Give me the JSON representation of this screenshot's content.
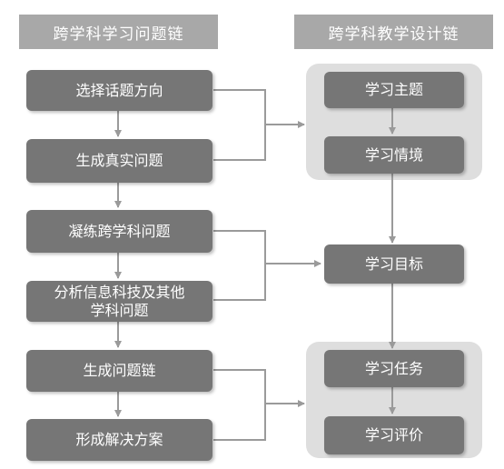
{
  "headers": {
    "left": "跨学科学习问题链",
    "right": "跨学科教学设计链"
  },
  "left_chain": [
    "选择话题方向",
    "生成真实问题",
    "凝练跨学科问题",
    "分析信息科技及其他\n学科问题",
    "生成问题链",
    "形成解决方案"
  ],
  "right_chain": {
    "topic": "学习主题",
    "context": "学习情境",
    "goal": "学习目标",
    "task": "学习任务",
    "evaluation": "学习评价"
  },
  "colors": {
    "header_bg": "#a8a8a8",
    "node_bg": "#767676",
    "group_bg": "#dedede",
    "connector": "#9a9a9a",
    "text": "#ffffff"
  }
}
